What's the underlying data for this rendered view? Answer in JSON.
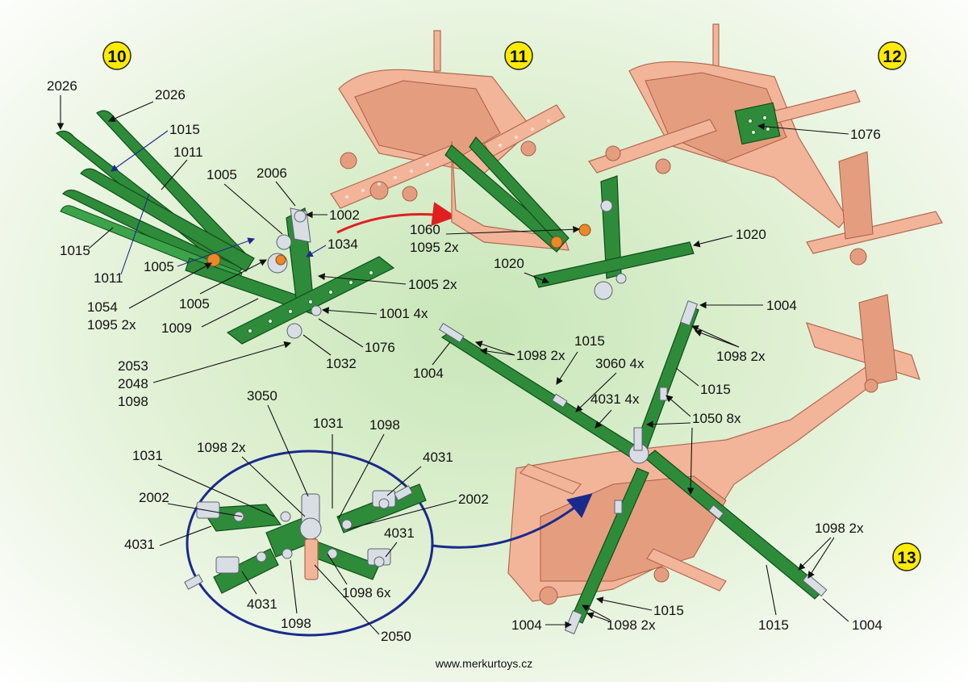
{
  "steps": {
    "s10": "10",
    "s11": "11",
    "s12": "12",
    "s13": "13"
  },
  "labels": {
    "s10_2026a": "2026",
    "s10_2026b": "2026",
    "s10_1015a": "1015",
    "s10_1011a": "1011",
    "s10_1005a": "1005",
    "s10_2006": "2006",
    "s10_1002": "1002",
    "s10_1015b": "1015",
    "s10_1034": "1034",
    "s10_1011b": "1011",
    "s10_1005b": "1005",
    "s10_10052x": "1005 2x",
    "s10_1054": "1054",
    "s10_10952x": "1095 2x",
    "s10_1005c": "1005",
    "s10_1009": "1009",
    "s10_10014x": "1001 4x",
    "s10_1076": "1076",
    "s10_1032": "1032",
    "s10_2053": "2053",
    "s10_2048": "2048",
    "s10_1098": "1098",
    "s11_1060": "1060",
    "s11_10952x": "1095 2x",
    "s11_1020a": "1020",
    "s11_1020b": "1020",
    "s12_1076": "1076",
    "s13_1004a": "1004",
    "s13_1015a": "1015",
    "s13_10982xa": "1098 2x",
    "s13_1004b": "1004",
    "s13_10982xb": "1098 2x",
    "s13_30604x": "3060 4x",
    "s13_1015b": "1015",
    "s13_40314x": "4031 4x",
    "s13_10508x": "1050 8x",
    "s13_10982xc": "1098 2x",
    "s13_1015c": "1015",
    "s13_1015d": "1015",
    "s13_1004c": "1004",
    "s13_10982xd": "1098 2x",
    "s13_1004d": "1004",
    "d_3050": "3050",
    "d_1031a": "1031",
    "d_1098a": "1098",
    "d_10982x": "1098 2x",
    "d_1031b": "1031",
    "d_4031a": "4031",
    "d_2002a": "2002",
    "d_2002b": "2002",
    "d_4031b": "4031",
    "d_4031c": "4031",
    "d_4031d": "4031",
    "d_1098b": "1098",
    "d_10986x": "1098 6x",
    "d_2050": "2050"
  },
  "footer": "www.merkurtoys.cz",
  "colors": {
    "green": "#2e8b3a",
    "body": "#f3b59a",
    "badge": "#ffec00",
    "arrow_red": "#e02020",
    "arrow_blue": "#1a2a8c"
  }
}
